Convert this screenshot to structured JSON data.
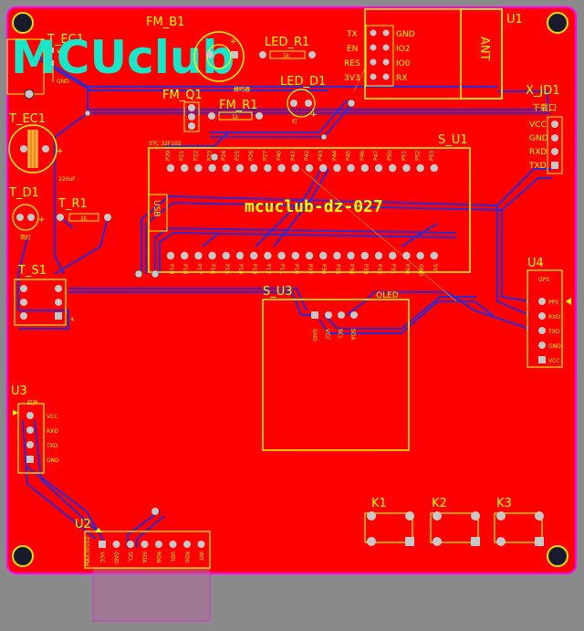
{
  "logo": "MCUclub",
  "board_title": "mcuclub-dz-027",
  "colors": {
    "board": "#ff0000",
    "outline": "#ff00ff",
    "silk": "#ffff00",
    "trace": "#2b2bd6",
    "logo": "#19e6c8",
    "background": "#8a8a8a"
  },
  "refs": {
    "t_ec1_top": "T_EC1",
    "fm_b1": "FM_B1",
    "led_r1": "LED_R1",
    "led_d1": "LED_D1",
    "fm_q1": "FM_Q1",
    "fm_r1": "FM_R1",
    "t_ec1": "T_EC1",
    "t_d1": "T_D1",
    "t_r1": "T_R1",
    "t_s1": "T_S1",
    "s_u1": "S_U1",
    "s_u3": "S_U3",
    "oled": "OLED",
    "u1": "U1",
    "u4": "U4",
    "u3": "U3",
    "u2": "U2",
    "x_jd1": "X_JD1",
    "k1": "K1",
    "k2": "K2",
    "k3": "K3"
  },
  "values": {
    "led_r1": "1k",
    "fm_r1": "1k",
    "t_r1": "1k",
    "t_ec1": "220uF",
    "buzzer": "蜂鸣器",
    "led_d1": "灯",
    "t_d1": "指灯",
    "s_u1_model": "STC 32F102"
  },
  "esp": {
    "ant": "ANT",
    "left": [
      "TX",
      "EN",
      "RES",
      "3V3"
    ],
    "right": [
      "GND",
      "IO2",
      "IO0",
      "RX"
    ]
  },
  "x_jd1": {
    "title": "下载口",
    "pins": [
      "VCC",
      "GND",
      "RXD",
      "TXD"
    ]
  },
  "tec1_pins": [
    "VCC",
    "GND"
  ],
  "u4": {
    "title": "GPS",
    "pins": [
      "PPS",
      "RXD",
      "TXD",
      "GND",
      "VCC"
    ]
  },
  "u3": {
    "title": "红外",
    "pins": [
      "VCC",
      "RXD",
      "TXD",
      "GND"
    ]
  },
  "u2": {
    "title": "MAX30102",
    "pins": [
      "VCC",
      "GND",
      "SCL",
      "SDA",
      "RDA",
      "VOL",
      "RD0",
      "INT"
    ]
  },
  "s_u1": {
    "usb": "USB",
    "top_pins": [
      "P20",
      "P21",
      "P22",
      "P23",
      "P24",
      "P25",
      "P26",
      "P27",
      "P40",
      "P41",
      "P42",
      "P43",
      "P44",
      "P45",
      "P46",
      "P47",
      "P50",
      "P51",
      "P52",
      "P53"
    ],
    "bottom_pins": [
      "P19",
      "P18",
      "P17",
      "P16",
      "P15",
      "P14",
      "P13",
      "P12",
      "P11",
      "P10",
      "P37",
      "P36",
      "P35",
      "P34",
      "P33",
      "P32",
      "P31",
      "P30",
      "GND",
      "5V"
    ]
  },
  "oled_pins": [
    "GND",
    "VCC",
    "SCL",
    "SDA"
  ]
}
